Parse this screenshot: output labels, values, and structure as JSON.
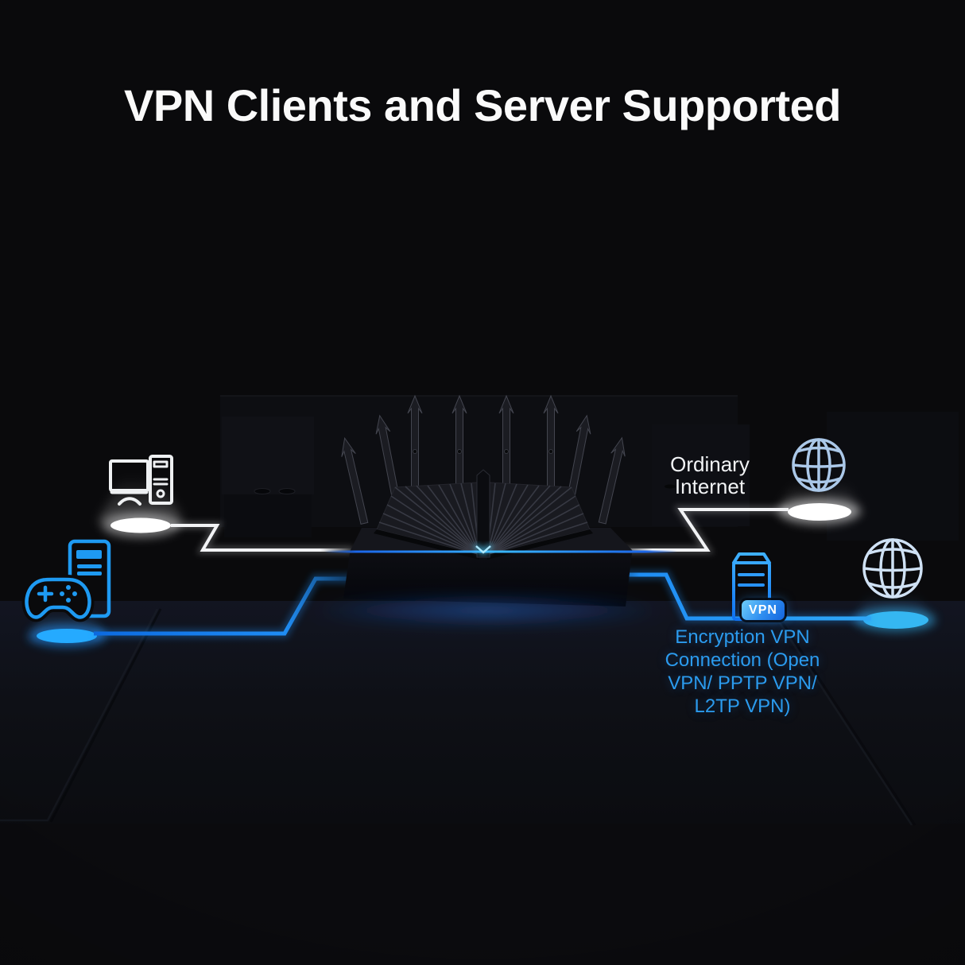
{
  "title": "VPN Clients and Server Supported",
  "labels": {
    "ordinary_internet_line1": "Ordinary",
    "ordinary_internet_line2": "Internet",
    "vpn_badge": "VPN",
    "encryption_line1": "Encryption VPN",
    "encryption_line2": "Connection (Open",
    "encryption_line3": "VPN/ PPTP VPN/",
    "encryption_line4": "L2TP VPN)"
  },
  "icons": {
    "left_top": "desktop-computer-icon",
    "left_bottom": "gaming-pc-gamepad-icon",
    "center": "wifi-router-8-antennas",
    "right_top": "globe-icon",
    "right_bottom": "globe-icon",
    "right_server": "vpn-server-icon"
  },
  "colors": {
    "background": "#0a0a0c",
    "title_text": "#fafafa",
    "white_line": "#f2f3f5",
    "blue_line": "#1f8df5",
    "blue_text": "#2b9bee",
    "globe_top": "#abc8e8",
    "globe_bottom": "#cfe1f4",
    "icon_blue": "#1e9af2",
    "led_cyan": "#54d2ff",
    "badge_gradient_start": "#6ecdfa",
    "badge_gradient_end": "#1565dd"
  }
}
